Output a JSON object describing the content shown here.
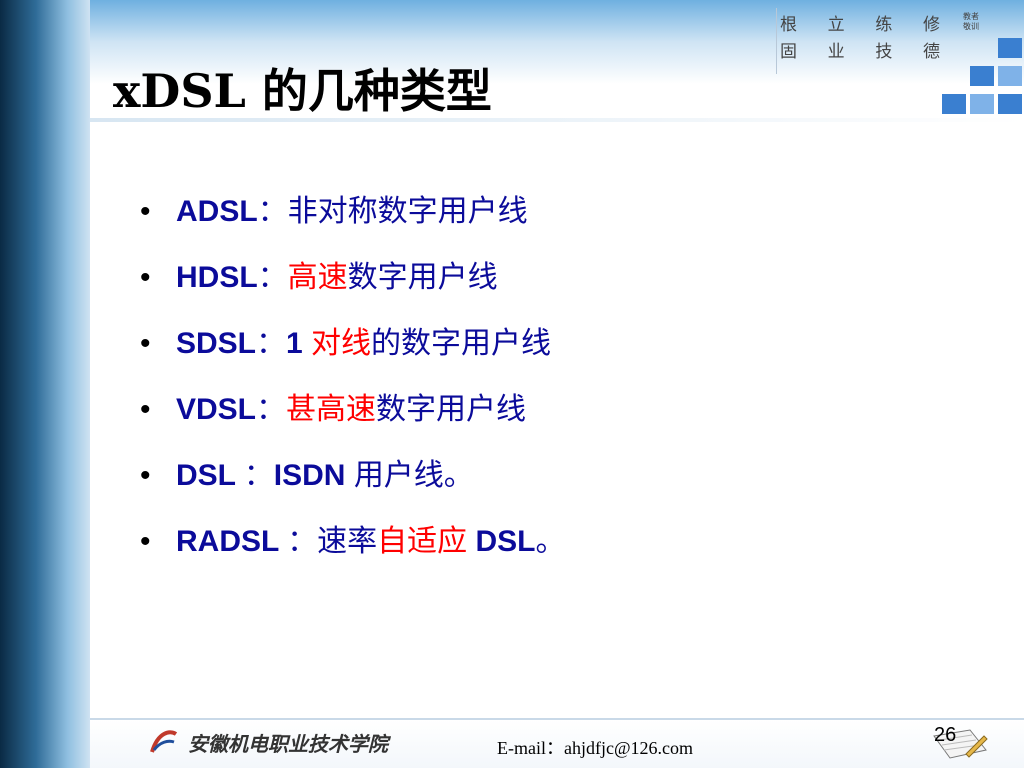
{
  "slide": {
    "title": "xDSL 的几种类型",
    "motto": {
      "row1": [
        "根",
        "立",
        "练",
        "修"
      ],
      "row2": [
        "固",
        "业",
        "技",
        "德"
      ],
      "side": "教者敬训"
    },
    "bullet_marker": "•",
    "bullets": [
      {
        "term": "ADSL",
        "sep": "：",
        "parts": [
          {
            "text": "非对称数字用户线",
            "red": false
          }
        ]
      },
      {
        "term": "HDSL",
        "sep": "：",
        "parts": [
          {
            "text": "高速",
            "red": true
          },
          {
            "text": "数字用户线",
            "red": false
          }
        ]
      },
      {
        "term": "SDSL",
        "sep": "：",
        "parts": [
          {
            "text": "1 ",
            "red": false,
            "bold_latin": true
          },
          {
            "text": "对线",
            "red": true
          },
          {
            "text": "的数字用户线",
            "red": false
          }
        ]
      },
      {
        "term": "VDSL",
        "sep": "：",
        "parts": [
          {
            "text": "甚高速",
            "red": true
          },
          {
            "text": "数字用户线",
            "red": false
          }
        ]
      },
      {
        "term": "DSL ",
        "sep": "：",
        "parts": [
          {
            "text": "ISDN ",
            "red": false,
            "bold_latin": true
          },
          {
            "text": "用户线。",
            "red": false
          }
        ]
      },
      {
        "term": "RADSL ",
        "sep": "：",
        "parts": [
          {
            "text": "速率",
            "red": false
          },
          {
            "text": "自适应",
            "red": true
          },
          {
            "text": "  DSL",
            "red": false,
            "bold_latin": true
          },
          {
            "text": "。",
            "red": false
          }
        ]
      }
    ],
    "footer": {
      "school": "安徽机电职业技术学院",
      "email": "E-mail：ahjdfjc@126.com",
      "page_number": "26"
    },
    "colors": {
      "bullet_text": "#0b0b9a",
      "highlight": "#ff0000",
      "accent_squares": "#3a7fd0"
    }
  }
}
